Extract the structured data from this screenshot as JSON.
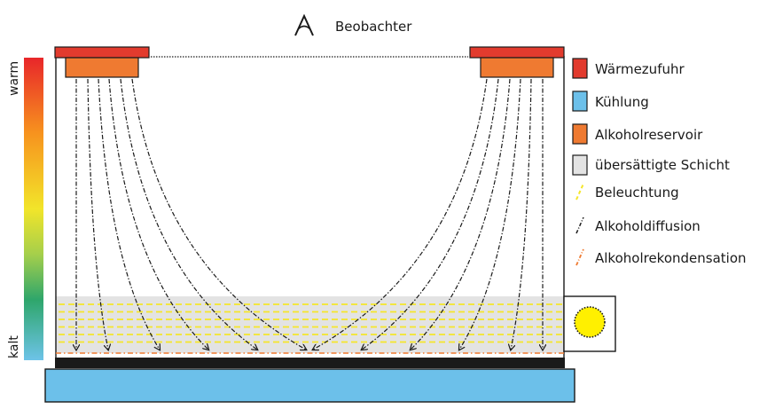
{
  "observer": {
    "label": "Beobachter",
    "icon": "eye-observer-icon"
  },
  "scale": {
    "top_label": "warm",
    "bottom_label": "kalt",
    "colors": [
      "#e8262a",
      "#f7931e",
      "#f2e52a",
      "#a5cf4b",
      "#2ea66b",
      "#6dc3e8"
    ]
  },
  "legend": [
    {
      "label": "Wärmezufuhr",
      "kind": "box",
      "fill": "#e23b2e"
    },
    {
      "label": "Kühlung",
      "kind": "box",
      "fill": "#6cc0ea"
    },
    {
      "label": "Alkoholreservoir",
      "kind": "box",
      "fill": "#ef7a31"
    },
    {
      "label": "übersättigte Schicht",
      "kind": "box",
      "fill": "#e3e3e3"
    },
    {
      "label": "Beleuchtung",
      "kind": "line",
      "stroke": "#f5e62a"
    },
    {
      "label": "Alkoholdiffusion",
      "kind": "line",
      "stroke": "#1a1a1a"
    },
    {
      "label": "Alkoholrekondensation",
      "kind": "line",
      "stroke": "#ef7a31"
    }
  ],
  "colors": {
    "heater": "#e23b2e",
    "reservoir": "#ef7a31",
    "cooling": "#6cc0ea",
    "plate": "#1a1a1a",
    "layer": "#e3e3e3",
    "light": "#f5e62a",
    "lamp": "#fff000"
  }
}
